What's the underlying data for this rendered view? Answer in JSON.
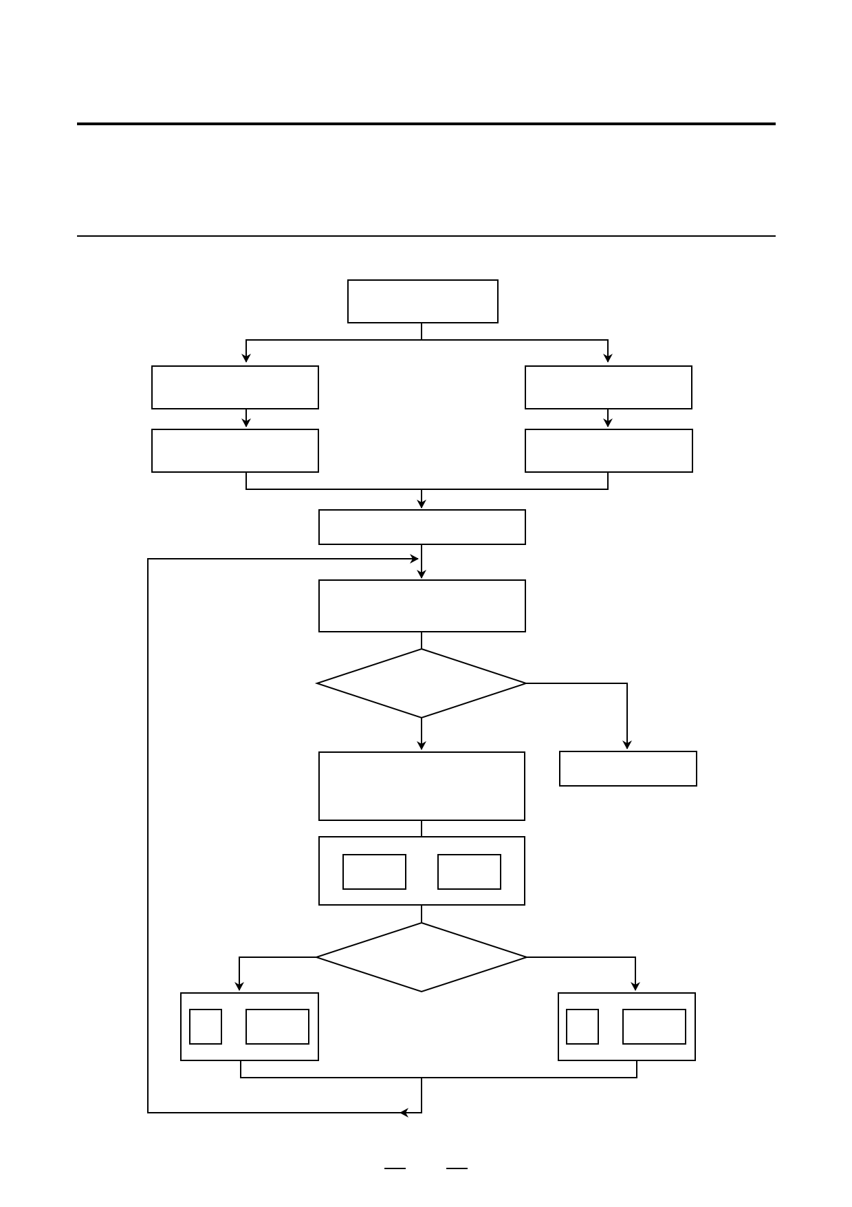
{
  "document": {
    "title": "",
    "subtitle": "",
    "page_number": ""
  },
  "diagram": {
    "nodes": [
      {
        "id": "start",
        "shape": "rect",
        "label": ""
      },
      {
        "id": "left-branch-1",
        "shape": "rect",
        "label": ""
      },
      {
        "id": "right-branch-1",
        "shape": "rect",
        "label": ""
      },
      {
        "id": "left-branch-2",
        "shape": "rect",
        "label": ""
      },
      {
        "id": "right-branch-2",
        "shape": "rect",
        "label": ""
      },
      {
        "id": "merge-step",
        "shape": "rect",
        "label": ""
      },
      {
        "id": "loop-process",
        "shape": "rect",
        "label": ""
      },
      {
        "id": "decision-1",
        "shape": "diamond",
        "label": ""
      },
      {
        "id": "exit-step",
        "shape": "rect",
        "label": ""
      },
      {
        "id": "process-step",
        "shape": "rect",
        "label": ""
      },
      {
        "id": "compound-step",
        "shape": "rect",
        "label": ""
      },
      {
        "id": "decision-2",
        "shape": "diamond",
        "label": ""
      },
      {
        "id": "left-result",
        "shape": "rect",
        "label": ""
      },
      {
        "id": "right-result",
        "shape": "rect",
        "label": ""
      }
    ],
    "edges": [
      {
        "from": "start",
        "to": "left-branch-1"
      },
      {
        "from": "start",
        "to": "right-branch-1"
      },
      {
        "from": "left-branch-1",
        "to": "left-branch-2"
      },
      {
        "from": "right-branch-1",
        "to": "right-branch-2"
      },
      {
        "from": "left-branch-2",
        "to": "merge-step"
      },
      {
        "from": "right-branch-2",
        "to": "merge-step"
      },
      {
        "from": "merge-step",
        "to": "loop-process"
      },
      {
        "from": "loop-process",
        "to": "decision-1"
      },
      {
        "from": "decision-1",
        "to": "process-step"
      },
      {
        "from": "decision-1",
        "to": "exit-step"
      },
      {
        "from": "process-step",
        "to": "compound-step"
      },
      {
        "from": "compound-step",
        "to": "decision-2"
      },
      {
        "from": "decision-2",
        "to": "left-result"
      },
      {
        "from": "decision-2",
        "to": "right-result"
      },
      {
        "from": "left-result",
        "to": "loop-process"
      },
      {
        "from": "right-result",
        "to": "loop-process"
      }
    ]
  }
}
